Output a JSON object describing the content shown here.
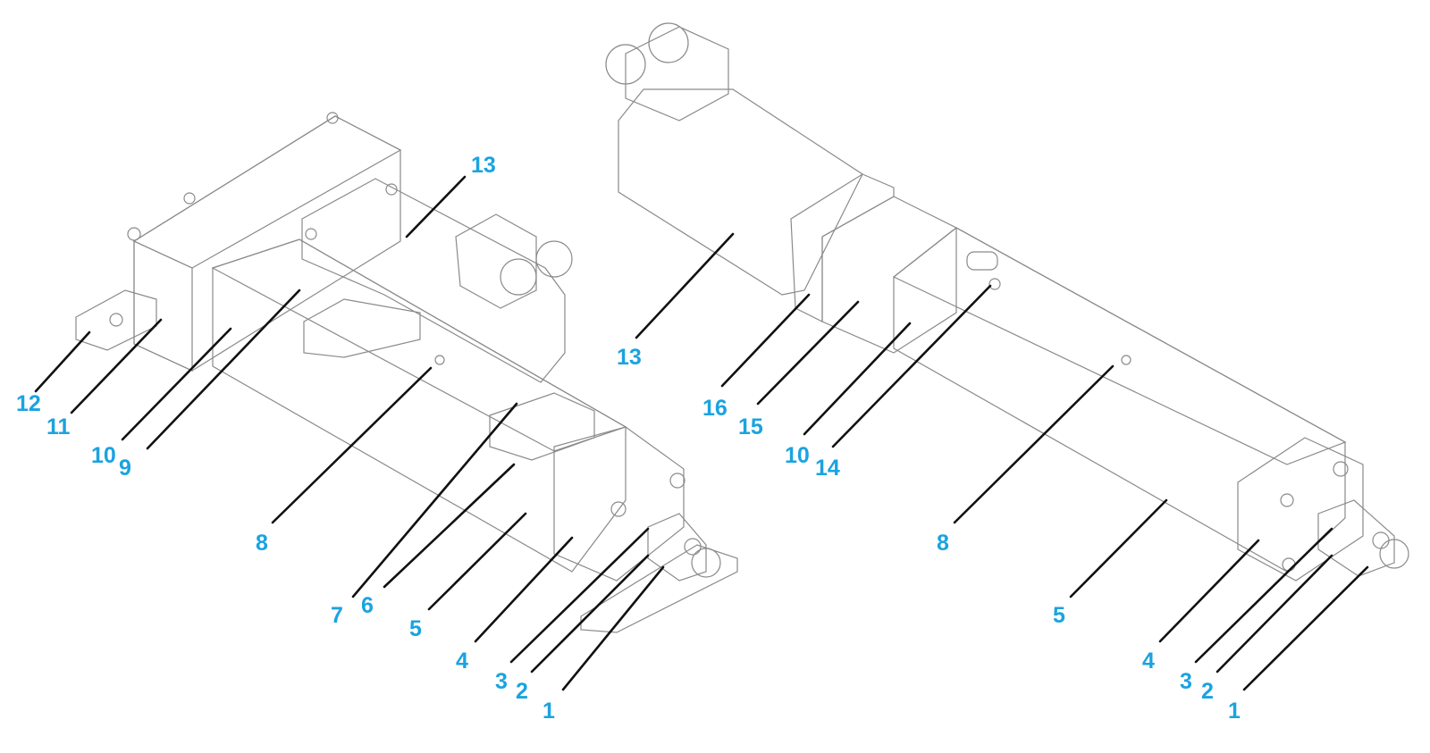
{
  "colors": {
    "label": "#1aa3e0",
    "leader": "#111111",
    "housing": "#e9e9e9",
    "housing_shade": "#cfcfcf",
    "endcap": "#bdbdbd",
    "motor": "#262626",
    "bolt": "#b9b9f0"
  },
  "left_assembly": {
    "callouts": [
      {
        "id": "L12",
        "text": "12"
      },
      {
        "id": "L11",
        "text": "11"
      },
      {
        "id": "L10",
        "text": "10"
      },
      {
        "id": "L9",
        "text": "9"
      },
      {
        "id": "L13",
        "text": "13"
      },
      {
        "id": "L8",
        "text": "8"
      },
      {
        "id": "L7",
        "text": "7"
      },
      {
        "id": "L6",
        "text": "6"
      },
      {
        "id": "L5",
        "text": "5"
      },
      {
        "id": "L4",
        "text": "4"
      },
      {
        "id": "L3",
        "text": "3"
      },
      {
        "id": "L2",
        "text": "2"
      },
      {
        "id": "L1",
        "text": "1"
      }
    ]
  },
  "right_assembly": {
    "callouts": [
      {
        "id": "R13",
        "text": "13"
      },
      {
        "id": "R16",
        "text": "16"
      },
      {
        "id": "R15",
        "text": "15"
      },
      {
        "id": "R10",
        "text": "10"
      },
      {
        "id": "R14",
        "text": "14"
      },
      {
        "id": "R8",
        "text": "8"
      },
      {
        "id": "R5",
        "text": "5"
      },
      {
        "id": "R4",
        "text": "4"
      },
      {
        "id": "R3",
        "text": "3"
      },
      {
        "id": "R2",
        "text": "2"
      },
      {
        "id": "R1",
        "text": "1"
      }
    ]
  }
}
